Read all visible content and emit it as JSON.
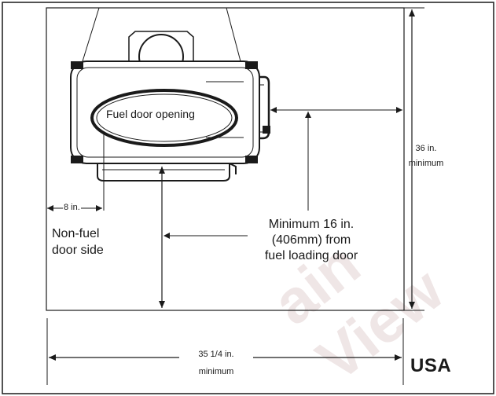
{
  "labels": {
    "fuel_door": "Fuel door opening",
    "side_clearance": "8 in.",
    "non_fuel_line1": "Non-fuel",
    "non_fuel_line2": "door side",
    "front_line1": "Minimum 16 in.",
    "front_line2": "(406mm) from",
    "front_line3": "fuel loading door",
    "depth_line1": "36 in.",
    "depth_line2": "minimum",
    "width_line1": "35 1/4 in.",
    "width_line2": "minimum",
    "region": "USA"
  },
  "colors": {
    "line": "#1a1a1a",
    "watermark": "#efe6e6",
    "background": "#ffffff"
  }
}
